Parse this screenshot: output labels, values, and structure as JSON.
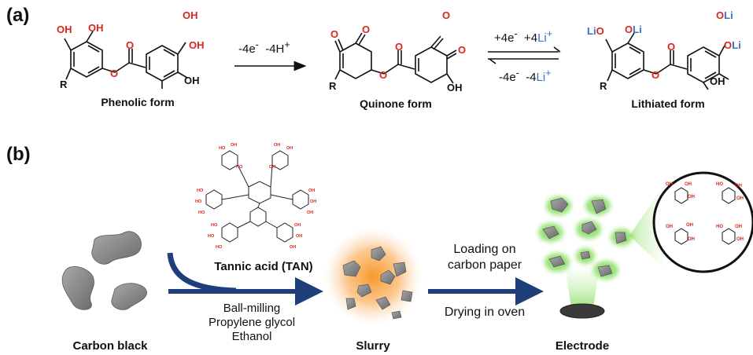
{
  "panel_a": {
    "label": "(a)",
    "forms": [
      {
        "name": "Phenolic form"
      },
      {
        "name": "Quinone form"
      },
      {
        "name": "Lithiated form"
      }
    ],
    "step1": {
      "minus4e": "-4e",
      "sup_e": "-",
      "minus4h": "-4H",
      "sup_h": "+"
    },
    "step2_top": {
      "plus4e": "+4e",
      "sup_e": "-",
      "plus4": "+4",
      "li": "Li",
      "sup_li": "+"
    },
    "step2_bottom": {
      "minus4e": "-4e",
      "sup_e": "-",
      "minus4": "-4",
      "li": "Li",
      "sup_li": "+"
    },
    "atoms": {
      "oh": "OH",
      "o": "O",
      "r": "R",
      "li_o": "LiO",
      "o_li": "OLi"
    }
  },
  "panel_b": {
    "label": "(b)",
    "carbon_black": "Carbon black",
    "tannic_acid": "Tannic acid (TAN)",
    "ball_milling": [
      "Ball-milling",
      "Propylene glycol",
      "Ethanol"
    ],
    "slurry": "Slurry",
    "loading": [
      "Loading on",
      "carbon paper"
    ],
    "drying": "Drying in oven",
    "electrode": "Electrode"
  },
  "colors": {
    "oxygen_red": "#d8251d",
    "lithium_blue": "#3c6fc4",
    "arrow_navy": "#1e3f7a",
    "particle_gray": "#808080",
    "glow_green": "#7ed957",
    "glow_orange": "#f9a14a"
  }
}
